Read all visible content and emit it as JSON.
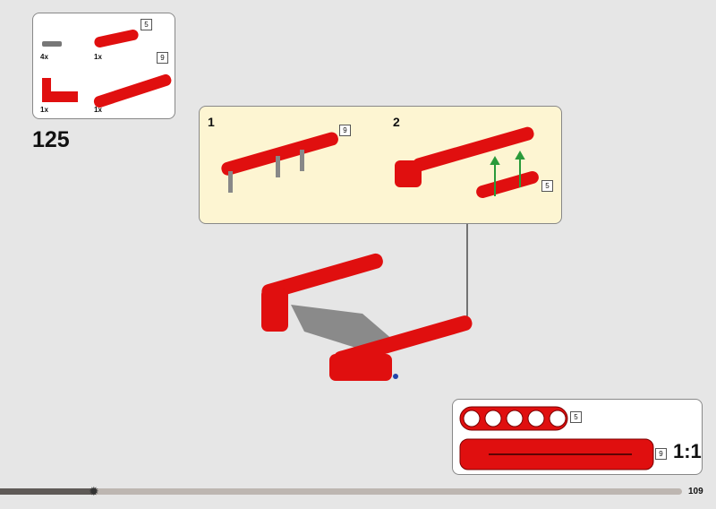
{
  "parts_list": {
    "items": [
      {
        "name": "pin",
        "qty": "4x"
      },
      {
        "name": "beam-5",
        "qty": "1x",
        "length": "5"
      },
      {
        "name": "l-beam",
        "qty": "1x"
      },
      {
        "name": "beam-9",
        "qty": "1x",
        "length": "9"
      }
    ]
  },
  "step_number": "125",
  "substeps": [
    {
      "number": "1",
      "length": "9"
    },
    {
      "number": "2",
      "length": "5"
    }
  ],
  "scale_box": {
    "beam5_length": "5",
    "beam9_length": "9",
    "ratio": "1:1"
  },
  "progress": {
    "fraction": 0.14
  },
  "page_number": "109",
  "colors": {
    "beam": "#e00f0f",
    "panel": "#fdf5d2",
    "arrow": "#2a9a3a"
  }
}
